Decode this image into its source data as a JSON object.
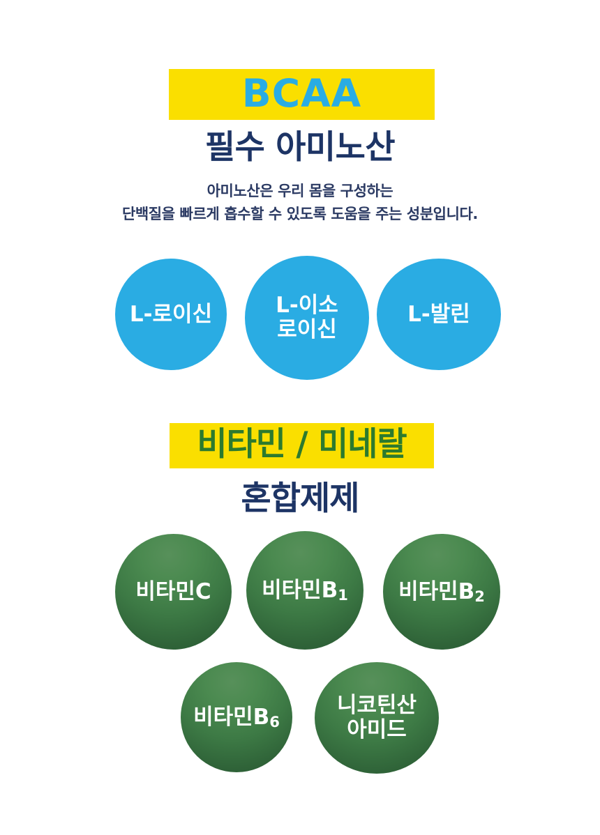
{
  "sections": [
    {
      "id": "bcaa",
      "banner_label": "BCAA",
      "headline": "필수 아미노산",
      "subcopy_line1": "아미노산은 우리 몸을 구성하는",
      "subcopy_line2": "단백질을 빠르게 흡수할 수 있도록 도움을 주는 성분입니다.",
      "items": [
        {
          "line1": "L-로이신",
          "line2": ""
        },
        {
          "line1": "L-이소",
          "line2": "로이신"
        },
        {
          "line1": "L-발린",
          "line2": ""
        }
      ]
    },
    {
      "id": "vitamin-mineral",
      "banner_label": "비타민 / 미네랄",
      "headline": "혼합제제",
      "items_row1": [
        {
          "name": "비타민C",
          "sub": ""
        },
        {
          "name": "비타민B",
          "sub": "1"
        },
        {
          "name": "비타민B",
          "sub": "2"
        }
      ],
      "items_row2": [
        {
          "name": "비타민B",
          "sub": "6"
        },
        {
          "line1": "니코틴산",
          "line2": "아미드"
        }
      ]
    }
  ],
  "colors": {
    "banner_yellow": "#fadf00",
    "accent_blue": "#2aace3",
    "navy": "#1d3465",
    "banner_green_text": "#2c7a2e",
    "circle_green_light": "#57905a",
    "circle_green_dark": "#2a5a33",
    "white": "#ffffff",
    "background": "#ffffff"
  }
}
